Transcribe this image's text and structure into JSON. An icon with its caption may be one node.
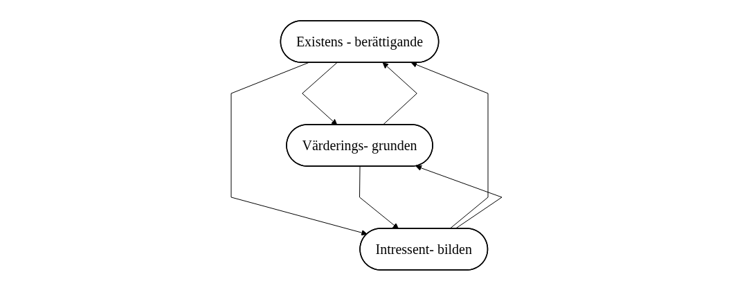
{
  "diagram": {
    "nodes": [
      {
        "text": [
          "Existens - berättigande"
        ]
      },
      {
        "text": [
          "Värderings- grunden"
        ]
      },
      {
        "text": [
          "Intressent- bilden"
        ]
      }
    ],
    "edges": [
      {
        "from": 1,
        "to": 0,
        "arrow": "to"
      },
      {
        "from": 0,
        "to": 1,
        "arrow": "to"
      },
      {
        "from": 0,
        "to": 2,
        "arrow": "to"
      },
      {
        "from": 2,
        "to": 0,
        "arrow": "to"
      },
      {
        "from": 1,
        "to": 2,
        "arrow": "to"
      },
      {
        "from": 2,
        "to": 1,
        "arrow": "to"
      }
    ]
  }
}
